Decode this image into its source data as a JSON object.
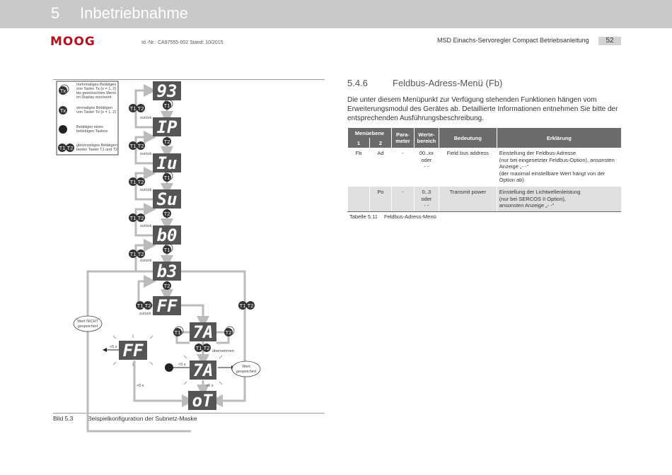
{
  "header": {
    "chapter_number": "5",
    "chapter_title": "Inbetriebnahme",
    "logo": "MOOG",
    "doc_id": "Id.-Nr.: CA97555-002   Stand: 10/2015",
    "manual_title": "MSD Einachs-Servoregler Compact Betriebsanleitung",
    "page_number": "52"
  },
  "section": {
    "number": "5.4.6",
    "title": "Feldbus-Adress-Menü (Fb)",
    "intro": "Die unter diesem Menüpunkt zur Verfügung stehenden Funktionen hängen vom Erweiterungsmodul des Gerätes ab. Detaillierte Informationen entnehmen Sie bitte der entsprechenden Ausführungsbeschreibung."
  },
  "table": {
    "headers": {
      "menu_level": "Menüebene",
      "level1": "1",
      "level2": "2",
      "param_line1": "Para-",
      "param_line2": "meter",
      "range_line1": "Werte-",
      "range_line2": "bereich",
      "meaning": "Bedeutung",
      "explanation": "Erklärung"
    },
    "rows": [
      {
        "level1": "Fb",
        "level2": "Ad",
        "param": "-",
        "range": [
          "00..xx",
          "oder",
          "- -"
        ],
        "meaning": "Field bus address",
        "explanation": [
          "Einstellung der Feldbus-Adresse",
          "(nur bei eingesetzter Feldbus-Option), ansonsten",
          "Anzeige „- -“",
          "(der maximal einstellbare Wert hängt von der",
          "Option ab)"
        ]
      },
      {
        "level1": "",
        "level2": "Po",
        "param": "-",
        "range": [
          "0..3",
          "oder",
          "- -"
        ],
        "meaning": "Transmit power",
        "explanation": [
          "Einstellung der Lichtwellenleistung",
          "(nur bei SERCOS II Option),",
          "ansonsten Anzeige „- -“"
        ]
      }
    ],
    "caption_number": "Tabelle 5.11",
    "caption_text": "Feldbus-Adress-Menü"
  },
  "figure": {
    "caption_number": "Bild 5.3",
    "caption_text": "Beispielkonfiguration der Subnetz-Maske",
    "legend": {
      "tx_symbol": "Tx",
      "multi": [
        "mehrmaliges Betätigen",
        "von Taster Tx (x = 1, 2)",
        "bis gewünschtes Menü",
        "im Display erscheint"
      ],
      "single": [
        "einmaliges Betätigen",
        "von Taster Tx (x = 1, 2)"
      ],
      "any": [
        "Betätigen eines",
        "beliebigen Tasters"
      ],
      "both": [
        "gleichzeitiges Betätigen",
        "beider Taster T1 und T2"
      ]
    },
    "displays": [
      "93",
      "IP",
      "Iu",
      "Su",
      "b0",
      "b3",
      "FF",
      "7A",
      "FF",
      "7A",
      "oT"
    ],
    "labels": {
      "t1": "T1",
      "t2": "T2",
      "back": "zurück",
      "accept": "übernehmen",
      "lt5": "<5 s",
      "gt5": ">5 s",
      "not_saved": [
        "Wert NICHT",
        "gespeichert"
      ],
      "saved": [
        "Wert",
        "gespeichert"
      ]
    }
  }
}
